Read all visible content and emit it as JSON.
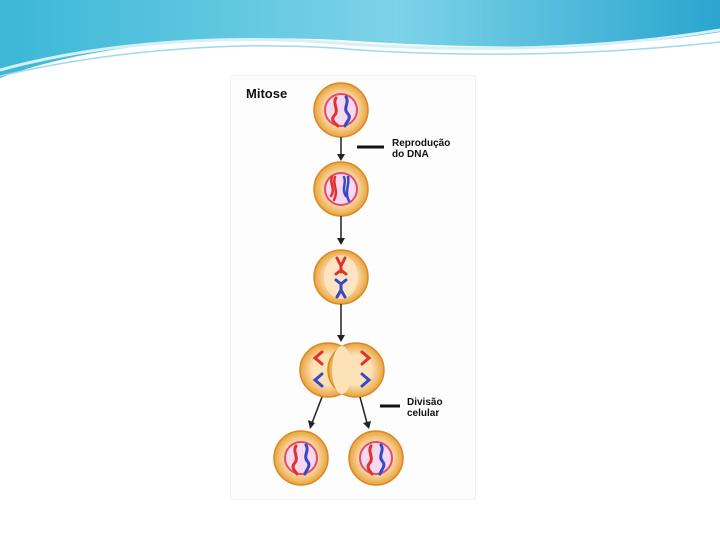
{
  "figure": {
    "title": "Mitose",
    "labels": {
      "dna_line1": "Reprodução",
      "dna_line2": "do DNA",
      "division_line1": "Divisão",
      "division_line2": "celular"
    }
  },
  "colors": {
    "cell_outer": "#e8a33a",
    "cell_inner": "#fbd9a8",
    "nucleus_ring": "#e24b6f",
    "chromosome_red": "#e0322d",
    "chromosome_blue": "#3a48c8",
    "arrow": "#222222",
    "header_teal": "#2ab3d8"
  },
  "icons": {
    "stage_1": "interphase-cell-icon",
    "stage_2": "replicated-dna-cell-icon",
    "stage_3": "metaphase-cell-icon",
    "stage_4": "dividing-cell-icon",
    "stage_5a": "daughter-cell-left-icon",
    "stage_5b": "daughter-cell-right-icon"
  }
}
